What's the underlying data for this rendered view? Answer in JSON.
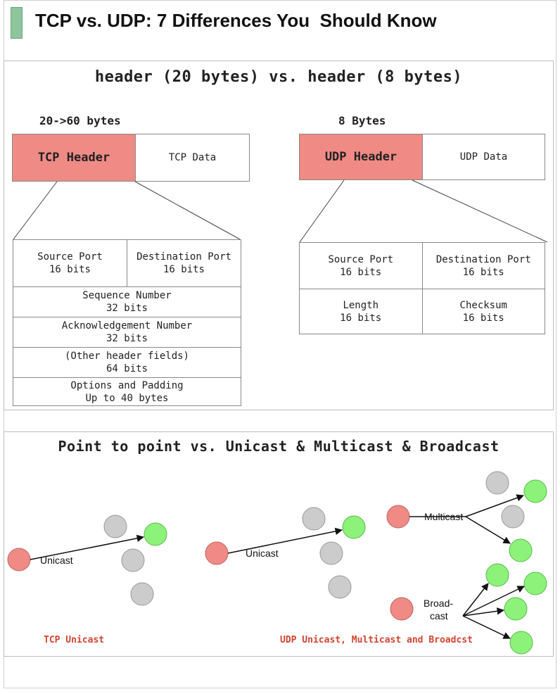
{
  "page": {
    "title": "TCP vs. UDP: 7 Differences You  Should Know"
  },
  "header_panel": {
    "heading": "header (20 bytes) vs. header (8 bytes)",
    "tcp": {
      "size_label": "20->60 bytes",
      "header_label": "TCP Header",
      "data_label": "TCP Data",
      "fields": [
        {
          "name": "Source Port",
          "size": "16 bits"
        },
        {
          "name": "Destination Port",
          "size": "16 bits"
        },
        {
          "name": "Sequence Number",
          "size": "32 bits"
        },
        {
          "name": "Acknowledgement Number",
          "size": "32 bits"
        },
        {
          "name": "(Other header fields)",
          "size": "64 bits"
        },
        {
          "name": "Options and Padding",
          "size": "Up to 40 bytes"
        }
      ]
    },
    "udp": {
      "size_label": "8 Bytes",
      "header_label": "UDP Header",
      "data_label": "UDP Data",
      "fields": [
        {
          "name": "Source Port",
          "size": "16 bits"
        },
        {
          "name": "Destination Port",
          "size": "16 bits"
        },
        {
          "name": "Length",
          "size": "16 bits"
        },
        {
          "name": "Checksum",
          "size": "16 bits"
        }
      ]
    }
  },
  "cast_panel": {
    "heading": "Point to point vs. Unicast & Multicast & Broadcast",
    "tcp_unicast_label": "Unicast",
    "udp_unicast_label": "Unicast",
    "multicast_label": "Multicast",
    "broadcast_label_line1": "Broad-",
    "broadcast_label_line2": "cast",
    "tcp_caption": "TCP Unicast",
    "udp_caption": "UDP Unicast, Multicast and Broadcst"
  },
  "colors": {
    "sender": "#ef8a85",
    "receiver": "#8df27a",
    "idle": "#cccccc",
    "caption": "#d0452f",
    "accent": "#8fc59d"
  }
}
